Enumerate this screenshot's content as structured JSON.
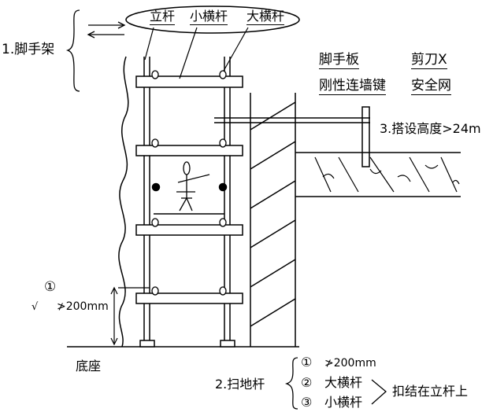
{
  "labels": {
    "scaffold": "1.脚手架",
    "upright_pole": "立杆",
    "small_crossbar": "小横杆",
    "large_crossbar": "大横杆",
    "scaffold_board": "脚手板",
    "scissor_brace": "剪刀X",
    "rigid_wall_tie": "刚性连墙键",
    "safety_net": "安全网",
    "height_note": "3.搭设高度>24m",
    "circled_1": "①",
    "check_mark": "√",
    "gap_200": "≯200mm",
    "base": "底座",
    "sweep_pole": "2.扫地杆",
    "list_1_num": "①",
    "list_1_text": "≯200mm",
    "list_2_num": "②",
    "list_2_text": "大横杆",
    "list_3_num": "③",
    "list_3_text": "小横杆",
    "fasten_note": "扣结在立杆上"
  }
}
